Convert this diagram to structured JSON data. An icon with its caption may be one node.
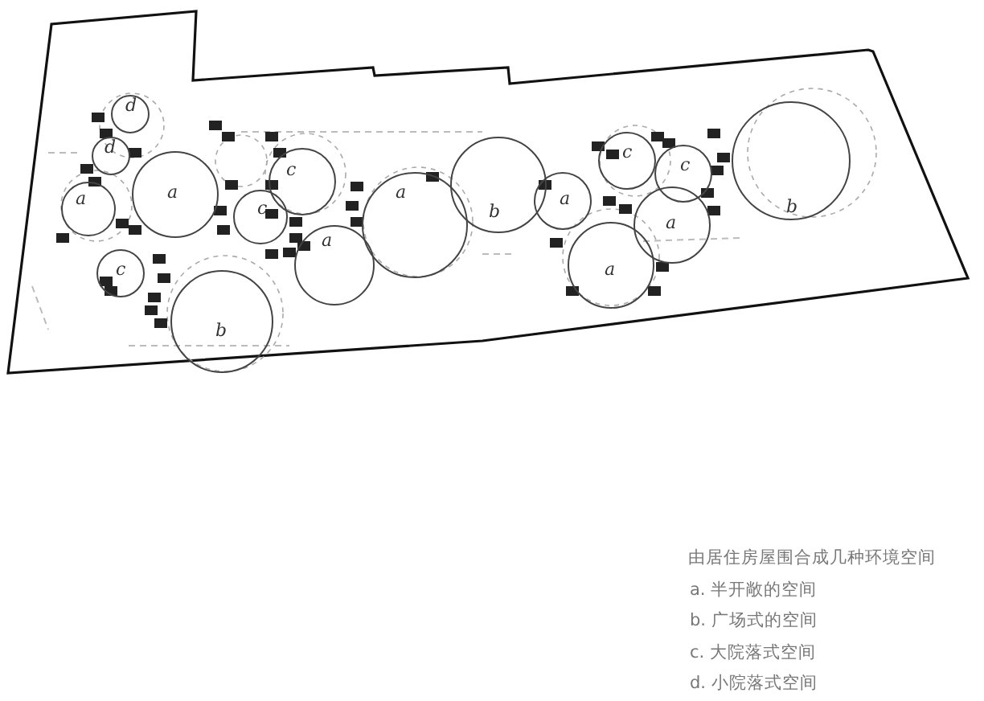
{
  "diagram": {
    "nodes": [
      {
        "text": [
          "d"
        ]
      },
      {
        "text": [
          "d"
        ]
      },
      {
        "text": [
          "a"
        ]
      },
      {
        "text": [
          "a"
        ]
      },
      {
        "text": [
          "c"
        ]
      },
      {
        "text": [
          "c"
        ]
      },
      {
        "text": [
          "c"
        ]
      },
      {
        "text": [
          "b"
        ]
      },
      {
        "text": [
          "a"
        ]
      },
      {
        "text": [
          "a"
        ]
      },
      {
        "text": [
          "b"
        ]
      },
      {
        "text": [
          "a"
        ]
      },
      {
        "text": [
          "c"
        ]
      },
      {
        "text": [
          "c"
        ]
      },
      {
        "text": [
          "a"
        ]
      },
      {
        "text": [
          "a"
        ]
      },
      {
        "text": [
          "b"
        ]
      }
    ],
    "labels": [
      "由居住房屋围合成几种环境空间",
      "a. 半开敞的空间",
      "b. 广场式的空间",
      "c. 大院落式空间",
      "d. 小院落式空间"
    ]
  }
}
